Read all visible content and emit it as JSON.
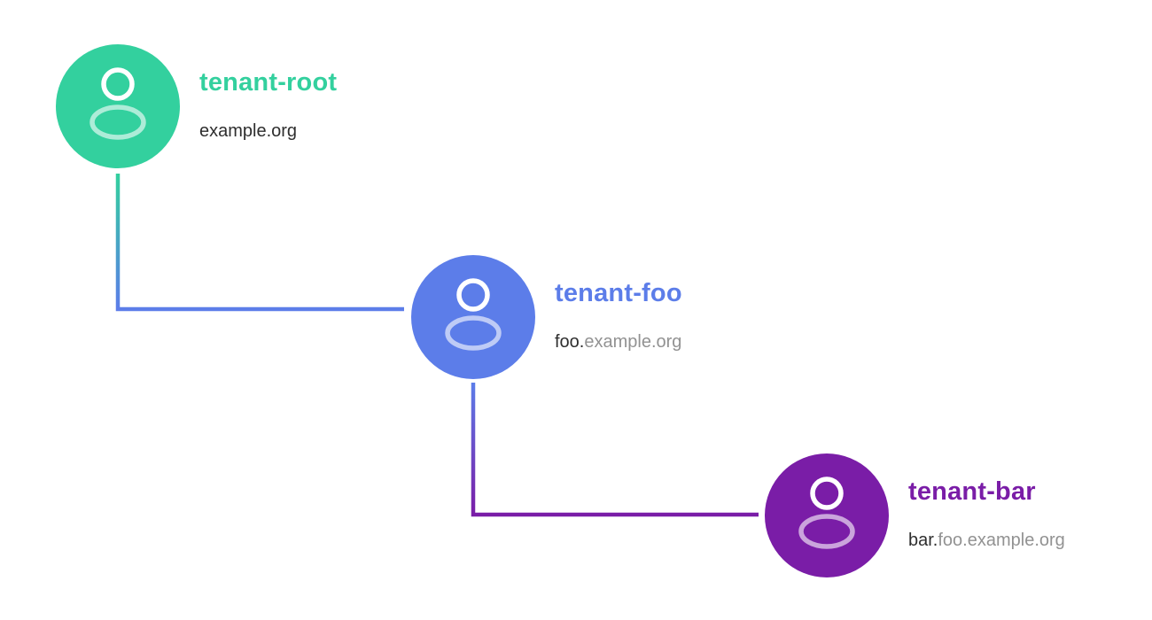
{
  "diagram": {
    "background": "#ffffff",
    "text_colors": {
      "domain_active": "#2e2e2e",
      "domain_inherited": "#929292"
    },
    "icon_colors": {
      "head_stroke": "#ffffff",
      "body_stroke": "rgba(255,255,255,0.6)"
    },
    "nodes": [
      {
        "id": "tenant-root",
        "label": "tenant-root",
        "domain_prefix": "example.org",
        "domain_suffix": "",
        "icon": "user-icon",
        "color": "#33d09e"
      },
      {
        "id": "tenant-foo",
        "label": "tenant-foo",
        "domain_prefix": "foo.",
        "domain_suffix": "example.org",
        "icon": "user-icon",
        "color": "#5c7de9"
      },
      {
        "id": "tenant-bar",
        "label": "tenant-bar",
        "domain_prefix": "bar.",
        "domain_suffix": "foo.example.org",
        "icon": "user-icon",
        "color": "#7a1da7"
      }
    ],
    "connectors": [
      {
        "from": "tenant-root",
        "to": "tenant-foo",
        "gradient": [
          "#33d09e",
          "#5c7de9"
        ]
      },
      {
        "from": "tenant-foo",
        "to": "tenant-bar",
        "gradient": [
          "#5c7de9",
          "#7a1da7"
        ]
      }
    ]
  }
}
